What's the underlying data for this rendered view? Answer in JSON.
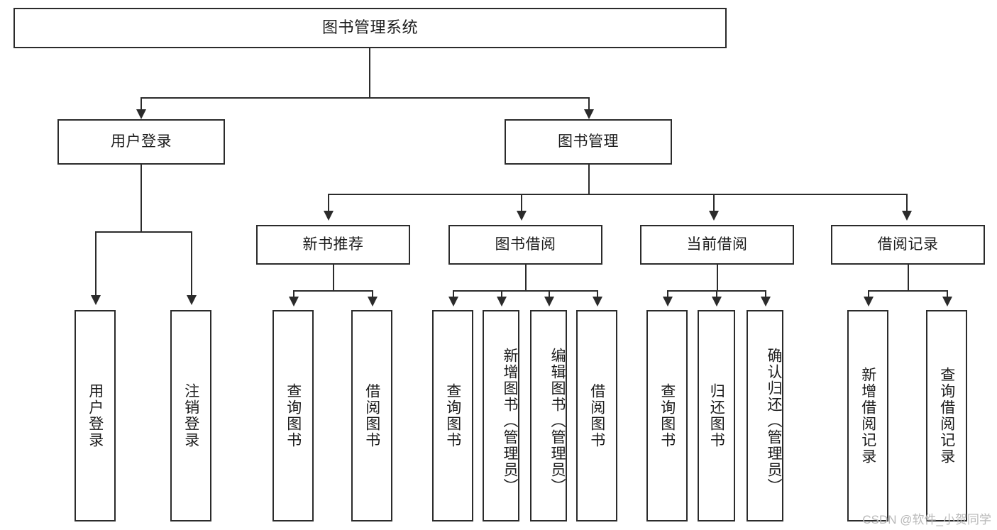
{
  "diagram": {
    "title": "图书管理系统",
    "type": "function-structure-tree",
    "watermark": "CSDN @软件_小贺同学",
    "colors": {
      "border": "#2b2b2b",
      "text": "#1c1c1c",
      "background": "#ffffff",
      "watermark": "#b9b9b9"
    },
    "root": {
      "label": "图书管理系统"
    },
    "level2": [
      {
        "id": "user-login",
        "label": "用户登录"
      },
      {
        "id": "book-manage",
        "label": "图书管理"
      }
    ],
    "level3": [
      {
        "id": "new-book-recommend",
        "label": "新书推荐"
      },
      {
        "id": "book-borrow",
        "label": "图书借阅"
      },
      {
        "id": "current-borrow",
        "label": "当前借阅"
      },
      {
        "id": "borrow-record",
        "label": "借阅记录"
      }
    ],
    "leaves": {
      "user_login": [
        {
          "id": "leaf-user-login",
          "label": "用户登录"
        },
        {
          "id": "leaf-logout-login",
          "label": "注销登录"
        }
      ],
      "new_book_recommend": [
        {
          "id": "leaf-query-book-1",
          "label": "查询图书"
        },
        {
          "id": "leaf-borrow-book-1",
          "label": "借阅图书"
        }
      ],
      "book_borrow": [
        {
          "id": "leaf-query-book-2",
          "label": "查询图书"
        },
        {
          "id": "leaf-add-book",
          "label": "新增图书（管理员）"
        },
        {
          "id": "leaf-edit-book",
          "label": "编辑图书（管理员）"
        },
        {
          "id": "leaf-borrow-book-2",
          "label": "借阅图书"
        }
      ],
      "current_borrow": [
        {
          "id": "leaf-query-book-3",
          "label": "查询图书"
        },
        {
          "id": "leaf-return-book",
          "label": "归还图书"
        },
        {
          "id": "leaf-confirm-return",
          "label": "确认归还（管理员）"
        }
      ],
      "borrow_record": [
        {
          "id": "leaf-add-record",
          "label": "新增借阅记录"
        },
        {
          "id": "leaf-query-record",
          "label": "查询借阅记录"
        }
      ]
    }
  }
}
